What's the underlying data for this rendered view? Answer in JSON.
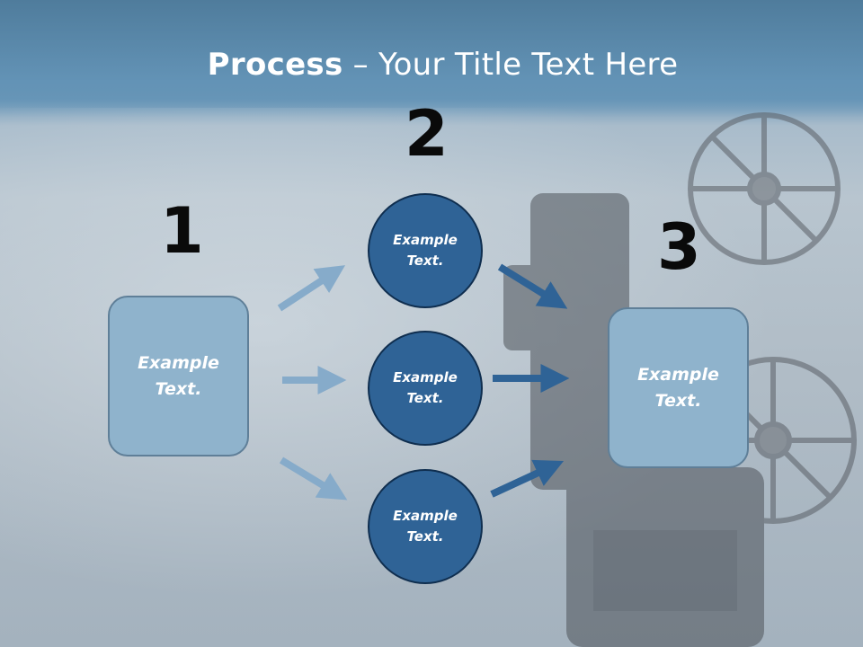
{
  "slide": {
    "title_bold": "Process",
    "title_rest": " – Your Title Text Here"
  },
  "steps": {
    "one": {
      "number": "1",
      "text_line1": "Example",
      "text_line2": "Text."
    },
    "two": {
      "number": "2"
    },
    "three": {
      "number": "3",
      "text_line1": "Example",
      "text_line2": "Text."
    }
  },
  "circles": [
    {
      "line1": "Example",
      "line2": "Text."
    },
    {
      "line1": "Example",
      "line2": "Text."
    },
    {
      "line1": "Example",
      "line2": "Text."
    }
  ],
  "colors": {
    "light_arrow": "#86abca",
    "dark_arrow": "#2f6396",
    "circle_fill": "#2f6396",
    "box_fill": "#8fb3cc"
  },
  "decor": {
    "background_image": "film-projector-image"
  }
}
